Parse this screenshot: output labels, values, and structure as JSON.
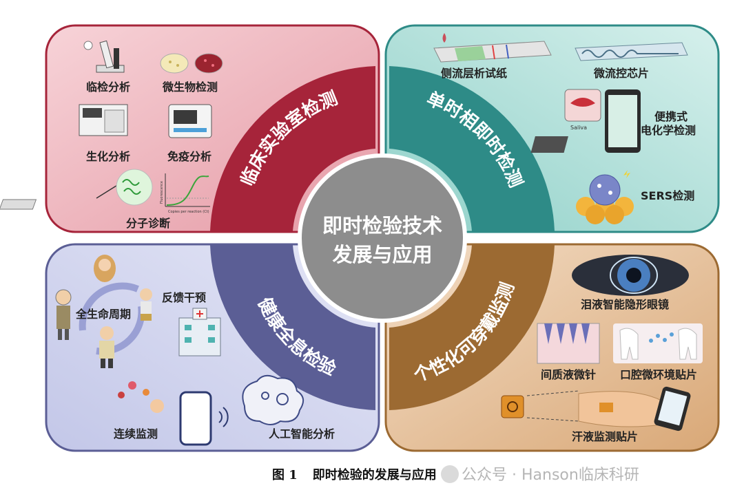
{
  "center": {
    "line1": "即时检验技术",
    "line2": "发展与应用"
  },
  "quadrants": {
    "top_left": {
      "title": "临床实验室检测",
      "items": [
        "临检分析",
        "微生物检测",
        "生化分析",
        "免疫分析",
        "分子诊断"
      ],
      "graph_labels": {
        "y": "Fluorescence",
        "x": "Copies per reaction (Ct)"
      }
    },
    "top_right": {
      "title": "单时相即时检测",
      "items": [
        "侧流层析试纸",
        "微流控芯片",
        "便携式",
        "电化学检测",
        "SERS检测"
      ],
      "saliva": "Saliva"
    },
    "bottom_left": {
      "title": "健康全息检验",
      "items": [
        "全生命周期",
        "反馈干预",
        "连续监测",
        "人工智能分析"
      ]
    },
    "bottom_right": {
      "title": "个性化可穿戴监测",
      "items": [
        "泪液智能隐形眼镜",
        "间质液微针",
        "口腔微环境贴片",
        "汗液监测贴片"
      ]
    }
  },
  "caption": {
    "number": "图 1",
    "text": "即时检验的发展与应用"
  },
  "watermark": "公众号 · Hanson临床科研",
  "colors": {
    "red": "#a6243a",
    "teal": "#2e8b87",
    "purple": "#5b5e95",
    "brown": "#9c6a32",
    "center": "#8d8d8d"
  }
}
